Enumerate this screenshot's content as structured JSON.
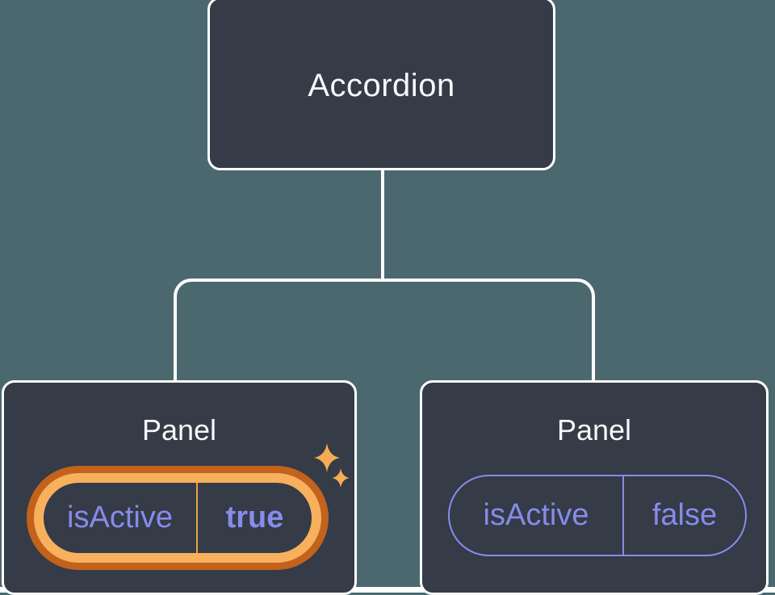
{
  "diagram": {
    "description": "React component tree diagram",
    "root": {
      "label": "Accordion"
    },
    "children": [
      {
        "title": "Panel",
        "state": {
          "key": "isActive",
          "value": "true"
        },
        "highlighted": true,
        "decoration": "sparkles-icon"
      },
      {
        "title": "Panel",
        "state": {
          "key": "isActive",
          "value": "false"
        },
        "highlighted": false
      }
    ]
  },
  "colors": {
    "background": "#4C686F",
    "node_fill": "#353B47",
    "node_border": "#FFFFFF",
    "connector": "#FFFFFF",
    "state_text": "#868CEA",
    "highlight_ring_outer": "#C2621C",
    "highlight_ring_inner": "#F8B05C",
    "highlight_divider": "#E8A33D",
    "sparkle": "#F5AD55",
    "title_text": "#F6F7F9"
  }
}
